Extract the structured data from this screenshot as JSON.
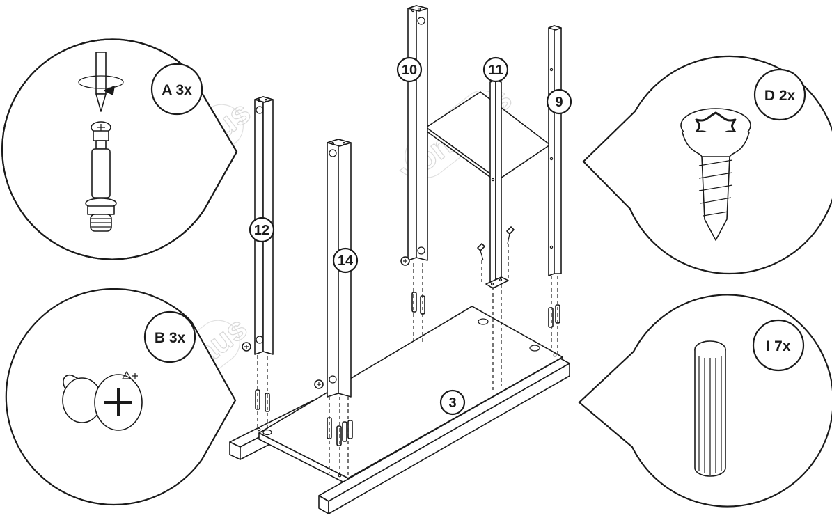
{
  "watermark": "vonhaus",
  "hardware": [
    {
      "letter": "A",
      "qty": "3x",
      "name": "cam-bolt"
    },
    {
      "letter": "B",
      "qty": "3x",
      "name": "cam-lock"
    },
    {
      "letter": "D",
      "qty": "2x",
      "name": "screw"
    },
    {
      "letter": "I",
      "qty": "7x",
      "name": "wooden-dowel"
    }
  ],
  "parts": [
    "3",
    "9",
    "10",
    "11",
    "12",
    "14"
  ]
}
